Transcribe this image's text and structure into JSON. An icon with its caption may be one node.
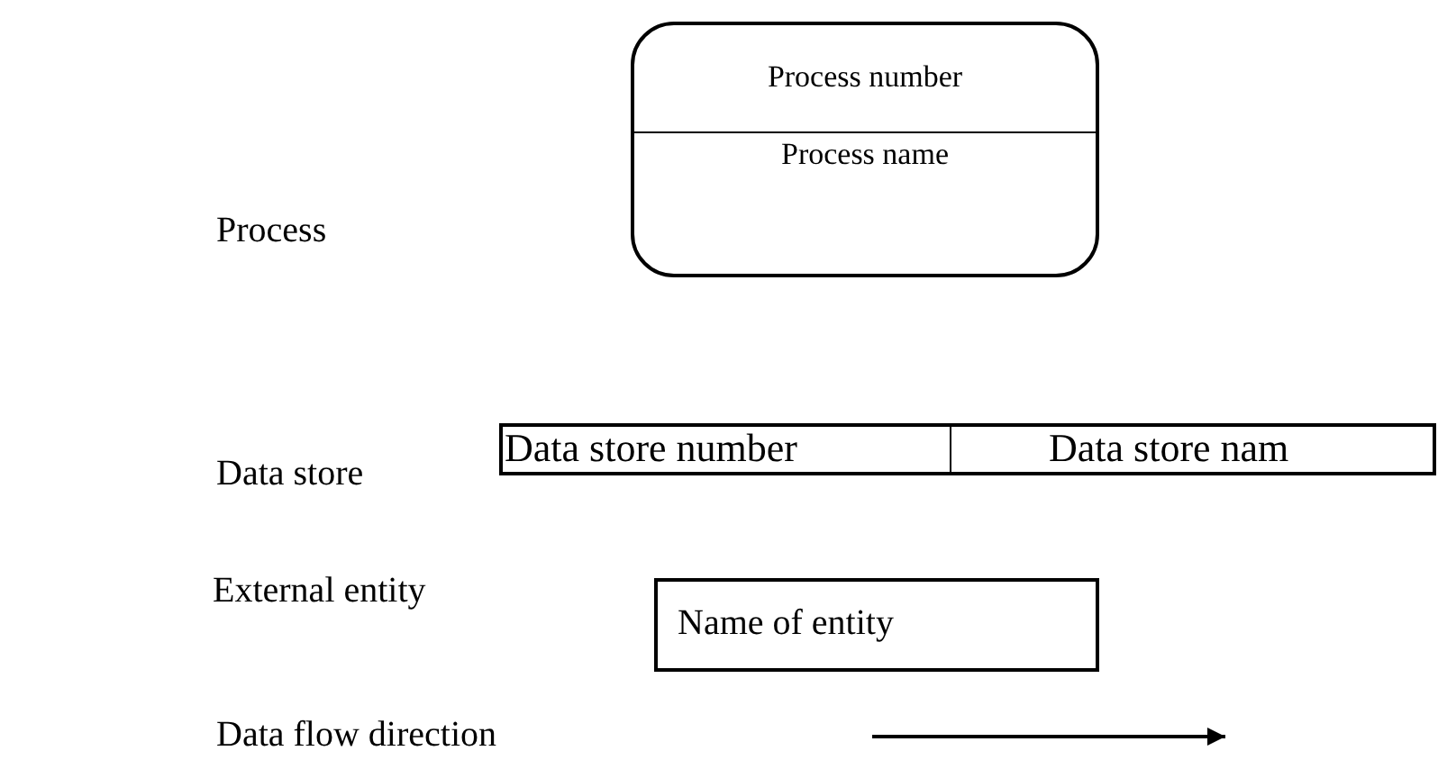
{
  "diagram": {
    "nodes": [
      {
        "text": [
          "Process number",
          "Process name"
        ]
      },
      {
        "text": [
          "Data store number",
          "Data store nam"
        ]
      },
      {
        "text": [
          "Name of entity"
        ]
      }
    ],
    "labels": [
      "Process",
      "Data store",
      "External entity",
      "Data flow direction"
    ]
  }
}
